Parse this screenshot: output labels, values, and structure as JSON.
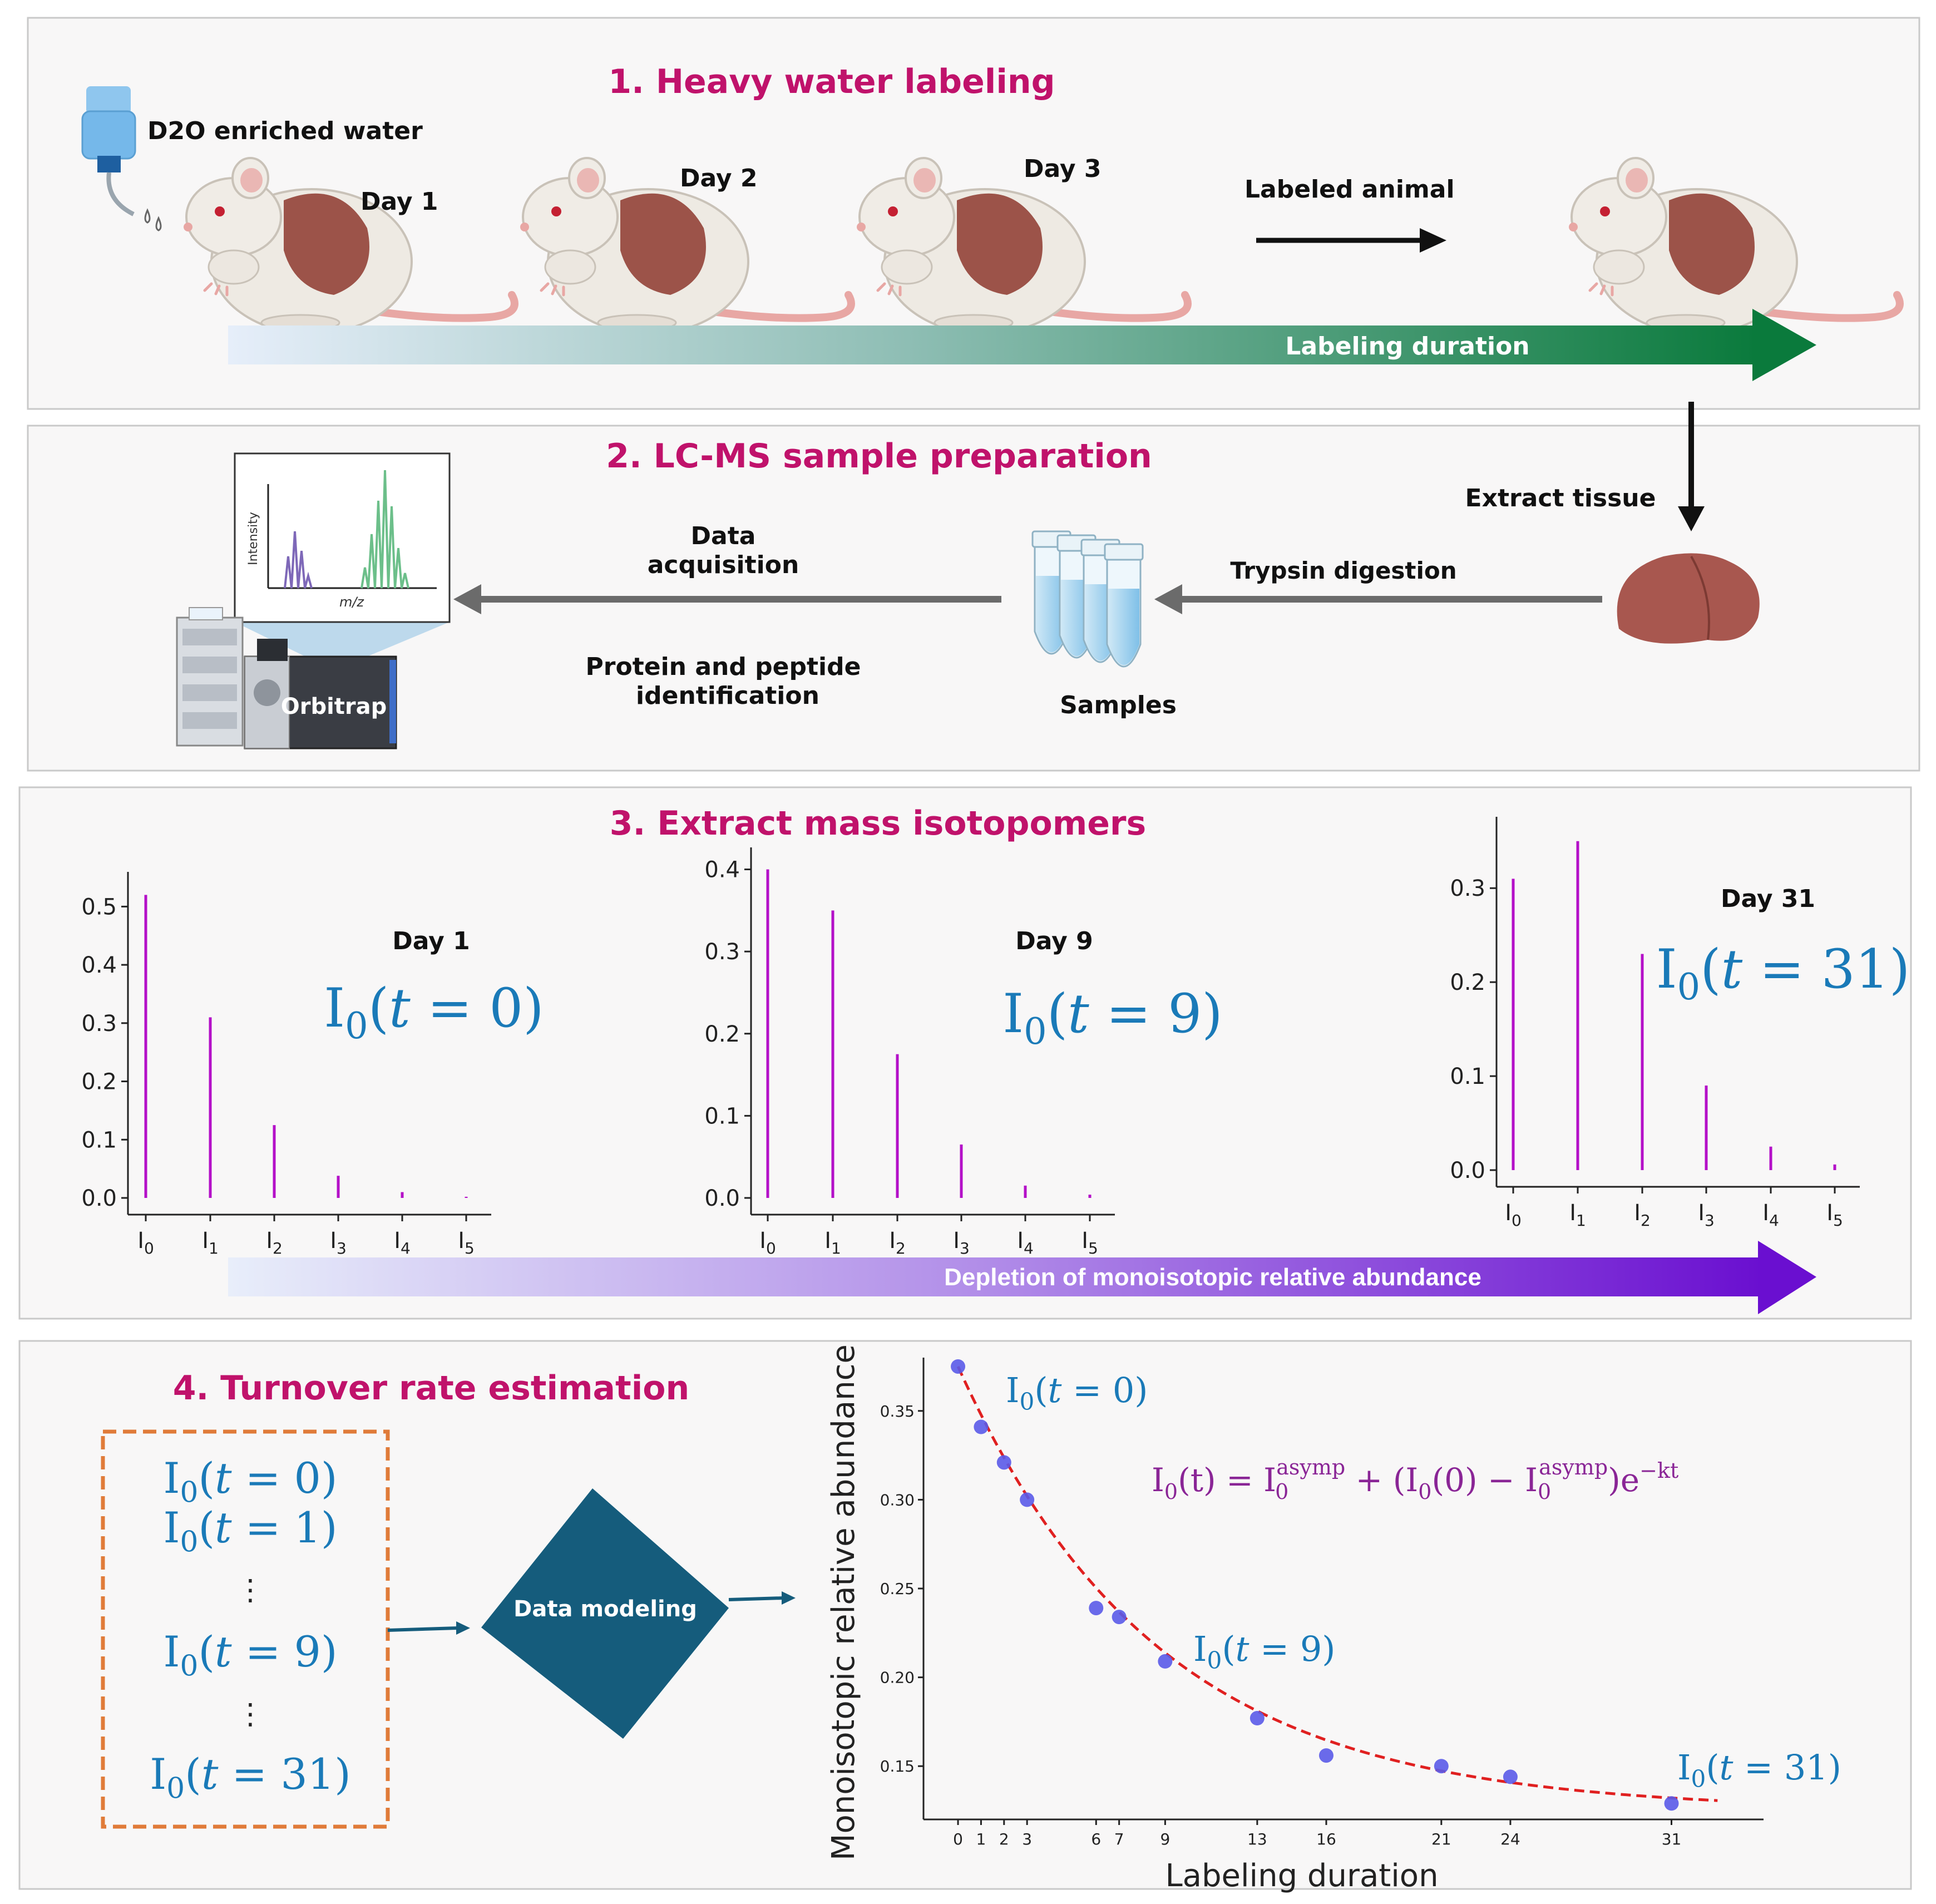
{
  "panel1": {
    "title": "1. Heavy water labeling",
    "water_label": "D2O enriched water",
    "day1": "Day 1",
    "day2": "Day 2",
    "day3": "Day 3",
    "labeled_animal": "Labeled animal",
    "duration_label": "Labeling duration"
  },
  "panel2": {
    "title": "2. LC-MS sample preparation",
    "extract_tissue": "Extract tissue",
    "trypsin": "Trypsin digestion",
    "samples": "Samples",
    "data_acq_1": "Data",
    "data_acq_2": "acquisition",
    "protein_1": "Protein and peptide",
    "protein_2": "identification",
    "orbitrap": "Orbitrap",
    "spectrum_ylabel": "Intensity",
    "spectrum_xlabel": "m/z"
  },
  "panel3": {
    "title": "3. Extract mass isotopomers",
    "depletion_label": "Depletion of monoisotopic relative abundance"
  },
  "panel4": {
    "title": "4. Turnover rate  estimation",
    "list": [
      "I0(t = 0)",
      "I0(t = 1)",
      "⋮",
      "I0(t = 9)",
      "⋮",
      "I0(t = 31)"
    ],
    "modeling": "Data modeling",
    "equation": "I0(t) = I0asymp + (I0(0) − I0asymp)e−kt"
  },
  "colors": {
    "title": "#c0126b",
    "stick": "#b410c8",
    "math": "#1a7ab8",
    "diamond": "#155c7c",
    "dashed_box": "#e07b39",
    "fit_curve": "#e02020",
    "points": "#5a5ae8",
    "green_arrow": "#0a7a3c",
    "purple_arrow": "#6a0fd0"
  },
  "chart_data": [
    {
      "type": "bar",
      "title": "Day 1",
      "annotation": "I0(t = 0)",
      "categories": [
        "I0",
        "I1",
        "I2",
        "I3",
        "I4",
        "I5"
      ],
      "values": [
        0.52,
        0.31,
        0.125,
        0.038,
        0.01,
        0.002
      ],
      "ylim": [
        0,
        0.55
      ],
      "yticks": [
        "0.0",
        "0.1",
        "0.2",
        "0.3",
        "0.4",
        "0.5"
      ]
    },
    {
      "type": "bar",
      "title": "Day 9",
      "annotation": "I0(t = 9)",
      "categories": [
        "I0",
        "I1",
        "I2",
        "I3",
        "I4",
        "I5"
      ],
      "values": [
        0.4,
        0.35,
        0.175,
        0.065,
        0.015,
        0.004
      ],
      "ylim": [
        0,
        0.42
      ],
      "yticks": [
        "0.0",
        "0.1",
        "0.2",
        "0.3",
        "0.4"
      ]
    },
    {
      "type": "bar",
      "title": "Day 31",
      "annotation": "I0(t = 31)",
      "categories": [
        "I0",
        "I1",
        "I2",
        "I3",
        "I4",
        "I5"
      ],
      "values": [
        0.31,
        0.35,
        0.23,
        0.09,
        0.025,
        0.006
      ],
      "ylim": [
        0,
        0.37
      ],
      "yticks": [
        "0.0",
        "0.1",
        "0.2",
        "0.3"
      ]
    },
    {
      "type": "scatter",
      "xlabel": "Labeling duration",
      "ylabel": "Monoisotopic relative abundance",
      "x": [
        0,
        1,
        2,
        3,
        6,
        7,
        9,
        13,
        16,
        21,
        24,
        31
      ],
      "y": [
        0.375,
        0.341,
        0.321,
        0.3,
        0.239,
        0.234,
        0.209,
        0.177,
        0.156,
        0.15,
        0.144,
        0.129
      ],
      "xticks": [
        0,
        1,
        2,
        3,
        6,
        7,
        9,
        13,
        16,
        21,
        24,
        31
      ],
      "yticks": [
        "0.15",
        "0.20",
        "0.25",
        "0.30",
        "0.35"
      ],
      "xlim": [
        -1.5,
        35
      ],
      "ylim": [
        0.12,
        0.38
      ],
      "fit": {
        "asymp": 0.125,
        "i0": 0.375,
        "k": 0.115,
        "x_end": 33
      },
      "annotations": [
        "I0(t = 0)",
        "I0(t = 9)",
        "I0(t = 31)"
      ]
    }
  ]
}
